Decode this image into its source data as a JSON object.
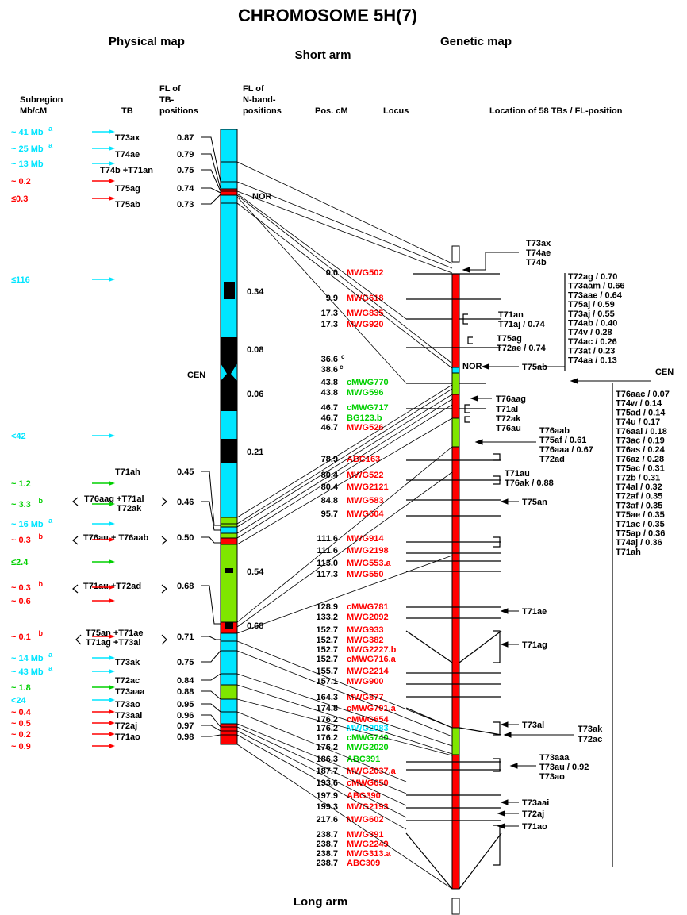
{
  "title": "CHROMOSOME 5H(7)",
  "headers": {
    "physical_map": "Physical map",
    "genetic_map": "Genetic map",
    "short_arm": "Short arm",
    "long_arm": "Long arm",
    "subregion_line1": "Subregion",
    "subregion_line2": "Mb/cM",
    "tb": "TB",
    "fl_tb_line1": "FL of",
    "fl_tb_line2": "TB-",
    "fl_tb_line3": "positions",
    "fl_n_line1": "FL of",
    "fl_n_line2": "N-band-",
    "fl_n_line3": "positions",
    "pos_cm": "Pos. cM",
    "locus": "Locus",
    "location": "Location of 58 TBs / FL-position"
  },
  "labels": {
    "cen": "CEN",
    "nor": "NOR"
  },
  "colors": {
    "cyan": "#00e5ff",
    "red": "#ff0000",
    "green": "#00d000",
    "lime": "#7fe600",
    "black": "#000000"
  },
  "subregions": [
    {
      "text": "~ 41 Mb",
      "sup": "a",
      "color": "cyan"
    },
    {
      "text": "~ 25 Mb",
      "sup": "a",
      "color": "cyan"
    },
    {
      "text": "~ 13 Mb",
      "sup": "",
      "color": "cyan"
    },
    {
      "text": "~ 0.2",
      "sup": "",
      "color": "red"
    },
    {
      "text": "≤0.3",
      "sup": "",
      "color": "red"
    },
    {
      "text": "≤116",
      "sup": "",
      "color": "cyan"
    },
    {
      "text": "<42",
      "sup": "",
      "color": "cyan"
    },
    {
      "text": "~ 1.2",
      "sup": "",
      "color": "green"
    },
    {
      "text": "~ 3.3",
      "sup": "b",
      "color": "green"
    },
    {
      "text": "~ 16 Mb",
      "sup": "a",
      "color": "cyan"
    },
    {
      "text": "~ 0.3",
      "sup": "b",
      "color": "red"
    },
    {
      "text": "≤2.4",
      "sup": "",
      "color": "green"
    },
    {
      "text": "~ 0.3",
      "sup": "b",
      "color": "red"
    },
    {
      "text": "~ 0.6",
      "sup": "",
      "color": "red"
    },
    {
      "text": "~ 0.1",
      "sup": "b",
      "color": "red"
    },
    {
      "text": "~ 14 Mb",
      "sup": "a",
      "color": "cyan"
    },
    {
      "text": "~ 43 Mb",
      "sup": "a",
      "color": "cyan"
    },
    {
      "text": "~ 1.8",
      "sup": "",
      "color": "green"
    },
    {
      "text": "<24",
      "sup": "",
      "color": "cyan"
    },
    {
      "text": "~ 0.4",
      "sup": "",
      "color": "red"
    },
    {
      "text": "~ 0.5",
      "sup": "",
      "color": "red"
    },
    {
      "text": "~ 0.2",
      "sup": "",
      "color": "red"
    },
    {
      "text": "~ 0.9",
      "sup": "",
      "color": "red"
    }
  ],
  "tb_labels": [
    "T73ax",
    "T74ae",
    "T74b +T71an",
    "T75ag",
    "T75ab",
    "T71ah",
    "T76aag +T71al",
    "T72ak",
    "T76au + T76aab",
    "T71au +T72ad",
    "T75an +T71ae",
    "T71ag +T73al",
    "T73ak",
    "T72ac",
    "T73aaa",
    "T73ao",
    "T73aai",
    "T72aj",
    "T71ao"
  ],
  "tb_fl": [
    "0.87",
    "0.79",
    "0.75",
    "0.74",
    "0.73",
    "0.45",
    "0.46",
    "0.50",
    "0.68",
    "0.71",
    "0.75",
    "0.84",
    "0.88",
    "0.95",
    "0.96",
    "0.97",
    "0.98"
  ],
  "nband_fl": [
    "0.34",
    "0.08",
    "0.06",
    "0.21",
    "0.54",
    "0.68"
  ],
  "loci": [
    {
      "pos": "0.0",
      "name": "MWG502",
      "color": "red"
    },
    {
      "pos": "9.9",
      "name": "MWG618",
      "color": "red"
    },
    {
      "pos": "17.3",
      "name": "MWG835",
      "color": "red"
    },
    {
      "pos": "17.3",
      "name": "MWG920",
      "color": "red"
    },
    {
      "pos": "36.6",
      "name": "",
      "color": "red"
    },
    {
      "pos": "38.6",
      "name": "",
      "color": "red"
    },
    {
      "pos": "43.8",
      "name": "cMWG770",
      "color": "green"
    },
    {
      "pos": "43.8",
      "name": "MWG596",
      "color": "green"
    },
    {
      "pos": "46.7",
      "name": "cMWG717",
      "color": "green"
    },
    {
      "pos": "46.7",
      "name": "BG123.b",
      "color": "green"
    },
    {
      "pos": "46.7",
      "name": "MWG526",
      "color": "red"
    },
    {
      "pos": "78.9",
      "name": "ABC163",
      "color": "red"
    },
    {
      "pos": "80.4",
      "name": "MWG522",
      "color": "red"
    },
    {
      "pos": "80.4",
      "name": "MWG2121",
      "color": "red"
    },
    {
      "pos": "84.8",
      "name": "MWG583",
      "color": "red"
    },
    {
      "pos": "95.7",
      "name": "MWG604",
      "color": "red"
    },
    {
      "pos": "111.6",
      "name": "MWG914",
      "color": "red"
    },
    {
      "pos": "111.6",
      "name": "MWG2198",
      "color": "red"
    },
    {
      "pos": "113.0",
      "name": "MWG553.a",
      "color": "red"
    },
    {
      "pos": "117.3",
      "name": "MWG550",
      "color": "red"
    },
    {
      "pos": "128.9",
      "name": "cMWG781",
      "color": "red"
    },
    {
      "pos": "133.2",
      "name": "MWG2092",
      "color": "red"
    },
    {
      "pos": "152.7",
      "name": "MWG933",
      "color": "red"
    },
    {
      "pos": "152.7",
      "name": "MWG382",
      "color": "red"
    },
    {
      "pos": "152.7",
      "name": "MWG2227.b",
      "color": "red"
    },
    {
      "pos": "152.7",
      "name": "cMWG716.a",
      "color": "red"
    },
    {
      "pos": "155.7",
      "name": "MWG2214",
      "color": "red"
    },
    {
      "pos": "157.1",
      "name": "MWG900",
      "color": "red"
    },
    {
      "pos": "164.3",
      "name": "MWG877",
      "color": "red"
    },
    {
      "pos": "174.8",
      "name": "cMWG701.a",
      "color": "red"
    },
    {
      "pos": "176.2",
      "name": "cMWG654",
      "color": "red"
    },
    {
      "pos": "176.2",
      "name": "MWG2083",
      "color": "cyan"
    },
    {
      "pos": "176.2",
      "name": "cMWG740",
      "color": "green"
    },
    {
      "pos": "176.2",
      "name": "MWG2020",
      "color": "green"
    },
    {
      "pos": "186.3",
      "name": "ABC391",
      "color": "green"
    },
    {
      "pos": "187.7",
      "name": "MWG2037.a",
      "color": "red"
    },
    {
      "pos": "193.6",
      "name": "cMWG650",
      "color": "red"
    },
    {
      "pos": "197.9",
      "name": "ABG390",
      "color": "red"
    },
    {
      "pos": "199.3",
      "name": "MWG2193",
      "color": "red"
    },
    {
      "pos": "217.6",
      "name": "MWG602",
      "color": "red"
    },
    {
      "pos": "238.7",
      "name": "MWG391",
      "color": "red"
    },
    {
      "pos": "238.7",
      "name": "MWG2249",
      "color": "red"
    },
    {
      "pos": "238.7",
      "name": "MWG313.a",
      "color": "red"
    },
    {
      "pos": "238.7",
      "name": "ABC309",
      "color": "red"
    }
  ],
  "right_labels": {
    "top_group": [
      "T73ax",
      "T74ae",
      "T74b"
    ],
    "t71an": "T71an",
    "t71aj": "T71aj / 0.74",
    "t75ag": "T75ag",
    "t72ae": "T72ae / 0.74",
    "t75ab": "T75ab",
    "t76aag": "T76aag",
    "t71al": "T71al",
    "t72ak": "T72ak",
    "t76au": "T76au",
    "mid_group": [
      "T76aab",
      "T75af  / 0.61",
      "T76aaa / 0.67",
      "T72ad"
    ],
    "t71au": "T71au",
    "t76ak": "T76ak / 0.88",
    "t75an": "T75an",
    "t71ae": "T71ae",
    "t71ag": "T71ag",
    "t73al": "T73al",
    "t73ak": "T73ak",
    "t72ac": "T72ac",
    "low_group": [
      "T73aaa",
      "T73au  / 0.92",
      "T73ao"
    ],
    "t73aai": "T73aai",
    "t72aj": "T72aj",
    "t71ao": "T71ao",
    "col1": [
      "T72ag  / 0.70",
      "T73aam  / 0.66",
      "T73aae  / 0.64",
      "T75aj   / 0.59",
      "T73aj   / 0.55",
      "T74ab  / 0.40",
      "T74v    / 0.28",
      "T74ac  / 0.26",
      "T73at   / 0.23",
      "T74aa  / 0.13"
    ],
    "cen": "CEN",
    "col2": [
      "T76aac / 0.07",
      "T74w   / 0.14",
      "T75ad  / 0.14",
      "T74u   / 0.17",
      "T76aai / 0.18",
      "T73ac  / 0.19",
      "T76as  / 0.24",
      "T76az  / 0.28",
      "T75ac  / 0.31",
      "T72b   / 0.31",
      "T74al  / 0.32",
      "T72af  / 0.35",
      "T73af  / 0.35",
      "T75ae  / 0.35",
      "T71ac  / 0.35",
      "T75ap  / 0.36",
      "T74aj  / 0.36",
      "T71ah"
    ]
  }
}
